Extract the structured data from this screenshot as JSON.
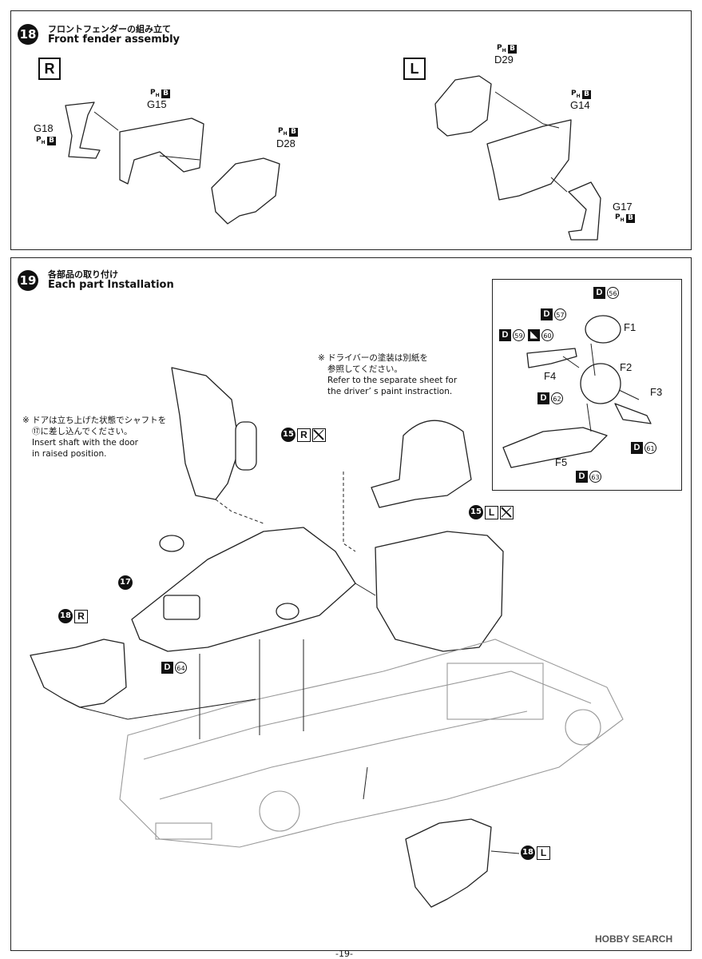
{
  "step18": {
    "number": "18",
    "title_jp": "フロントフェンダーの組み立て",
    "title_en": "Front fender assembly",
    "side_r": "R",
    "side_l": "L",
    "parts": {
      "g18": "G18",
      "g15": "G15",
      "d28": "D28",
      "d29": "D29",
      "g14": "G14",
      "g17": "G17"
    },
    "material_p": "P",
    "material_h": "H",
    "material_b": "B"
  },
  "step19": {
    "number": "19",
    "title_jp": "各部品の取り付け",
    "title_en": "Each part Installation",
    "note_door_jp1": "※ ドアは立ち上げた状態でシャフトを",
    "note_door_jp2": "⑰に差し込んでください。",
    "note_door_en1": "Insert shaft with the door",
    "note_door_en2": "in raised position.",
    "note_driver_jp1": "※ ドライバーの塗装は別紙を",
    "note_driver_jp2": "参照してください。",
    "note_driver_en1": "Refer to the separate sheet for",
    "note_driver_en2": "the driver’ s paint instraction.",
    "callout_15r_num": "15",
    "callout_15r_side": "R",
    "callout_15l_num": "15",
    "callout_15l_side": "L",
    "callout_17": "17",
    "callout_18r_num": "18",
    "callout_18r_side": "R",
    "callout_18l_num": "18",
    "callout_18l_side": "L",
    "d64": {
      "letter": "D",
      "num": "64"
    },
    "inset": {
      "d56": {
        "letter": "D",
        "num": "56"
      },
      "d57": {
        "letter": "D",
        "num": "57"
      },
      "d59": {
        "letter": "D",
        "num": "59"
      },
      "d60": {
        "num": "60"
      },
      "d62": {
        "letter": "D",
        "num": "62"
      },
      "d61": {
        "letter": "D",
        "num": "61"
      },
      "d63": {
        "letter": "D",
        "num": "63"
      },
      "f1": "F1",
      "f2": "F2",
      "f3": "F3",
      "f4": "F4",
      "f5": "F5"
    }
  },
  "page_number": "-19-",
  "watermark": "HOBBY SEARCH"
}
